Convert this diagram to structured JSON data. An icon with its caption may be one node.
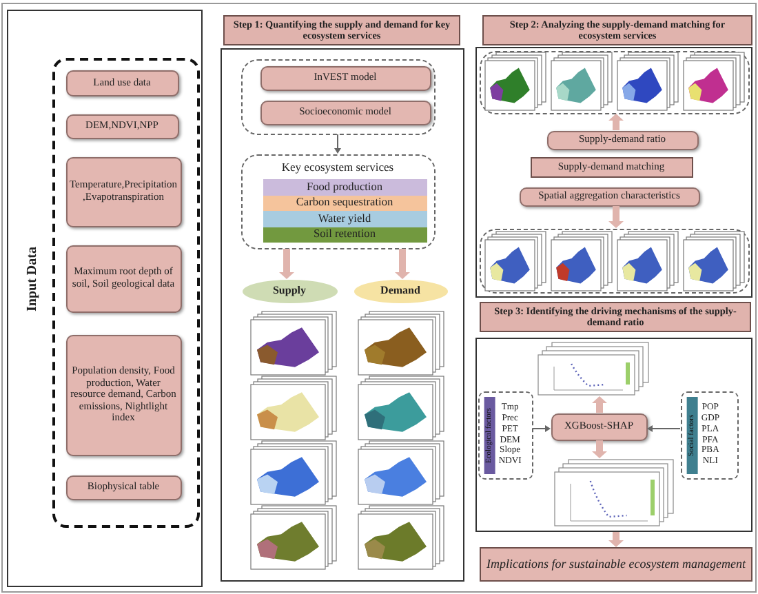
{
  "diagram": {
    "nodes": [
      {
        "text": [],
        "shape": "box"
      },
      {
        "text": [
          "Input Data"
        ],
        "in": 0
      },
      {
        "text": [],
        "shape": "box",
        "in": 0
      },
      {
        "text": [
          "Land use data"
        ],
        "in": 2
      },
      {
        "text": [
          "DEM,NDVI,NPP"
        ],
        "in": 2
      },
      {
        "text": [
          "Temperature,Precipitation,Evapotranspiration"
        ],
        "in": 2
      },
      {
        "text": [
          "Maximum root depth of soil, Soil geological data"
        ],
        "in": 2
      },
      {
        "text": [
          "Population density, Food production, Water resource demand, Carbon emissions, Nightlight index"
        ],
        "in": 2
      },
      {
        "text": [
          "Biophysical table"
        ],
        "in": 2
      },
      {
        "text": [
          "Step 1: Quantifying the supply and demand for key ecosystem services"
        ]
      },
      {
        "text": [],
        "shape": "box"
      },
      {
        "text": [],
        "shape": "box",
        "in": 10
      },
      {
        "text": [
          "InVEST model"
        ],
        "in": 11
      },
      {
        "text": [
          "Socioeconomic model"
        ],
        "in": 11
      },
      {
        "text": [
          "Key ecosystem services"
        ],
        "in": 10
      },
      {
        "text": [
          "Food production"
        ],
        "in": 14
      },
      {
        "text": [
          "Carbon sequestration"
        ],
        "in": 14
      },
      {
        "text": [
          "Water yield"
        ],
        "in": 14
      },
      {
        "text": [
          "Soil retention"
        ],
        "in": 14
      },
      {
        "text": [
          "Supply"
        ],
        "in": 10
      },
      {
        "text": [
          "Demand"
        ],
        "in": 10
      },
      {
        "text": [
          "Step 2: Analyzing the supply-demand matching for ecosystem services"
        ]
      },
      {
        "text": [],
        "shape": "box"
      },
      {
        "text": [],
        "shape": "box",
        "in": 22
      },
      {
        "text": [
          "Supply-demand ratio"
        ],
        "in": 22
      },
      {
        "text": [
          "Supply-demand matching"
        ],
        "in": 22
      },
      {
        "text": [
          "Spatial aggregation characteristics"
        ],
        "in": 22
      },
      {
        "text": [],
        "shape": "box",
        "in": 22
      },
      {
        "text": [
          "Step 3: Identifying the driving mechanisms of the supply-demand ratio"
        ]
      },
      {
        "text": [],
        "shape": "box"
      },
      {
        "text": [],
        "shape": "picture",
        "in": 29
      },
      {
        "text": [
          "Ecological factors",
          "Tmp",
          "Prec",
          "PET",
          "DEM",
          "Slope",
          "NDVI"
        ],
        "in": 29
      },
      {
        "text": [
          "XGBoost-SHAP"
        ],
        "in": 29
      },
      {
        "text": [
          "Social factors",
          "POP",
          "GDP",
          "PLA",
          "PFA",
          "PBA",
          "NLI"
        ],
        "in": 29
      },
      {
        "text": [],
        "shape": "picture",
        "in": 29
      },
      {
        "text": [
          "Implications for sustainable ecosystem management"
        ]
      }
    ],
    "edges": [
      {
        "from": 11,
        "to": 14,
        "arrow": "to",
        "color": "#666666"
      },
      {
        "from": 14,
        "to": 19,
        "arrow": "to",
        "style": "thick"
      },
      {
        "from": 14,
        "to": 20,
        "arrow": "to",
        "style": "thick"
      },
      {
        "from": 24,
        "to": 23,
        "arrow": "to",
        "style": "thick"
      },
      {
        "from": 26,
        "to": 27,
        "arrow": "to",
        "style": "thick"
      },
      {
        "from": 31,
        "to": 32,
        "arrow": "to",
        "color": "#666666"
      },
      {
        "from": 33,
        "to": 32,
        "arrow": "to",
        "color": "#666666"
      },
      {
        "from": 32,
        "to": 30,
        "arrow": "to",
        "style": "thick"
      },
      {
        "from": 32,
        "to": 34,
        "arrow": "to",
        "style": "thick"
      },
      {
        "from": 29,
        "to": 35,
        "arrow": "to",
        "style": "thick"
      }
    ]
  }
}
